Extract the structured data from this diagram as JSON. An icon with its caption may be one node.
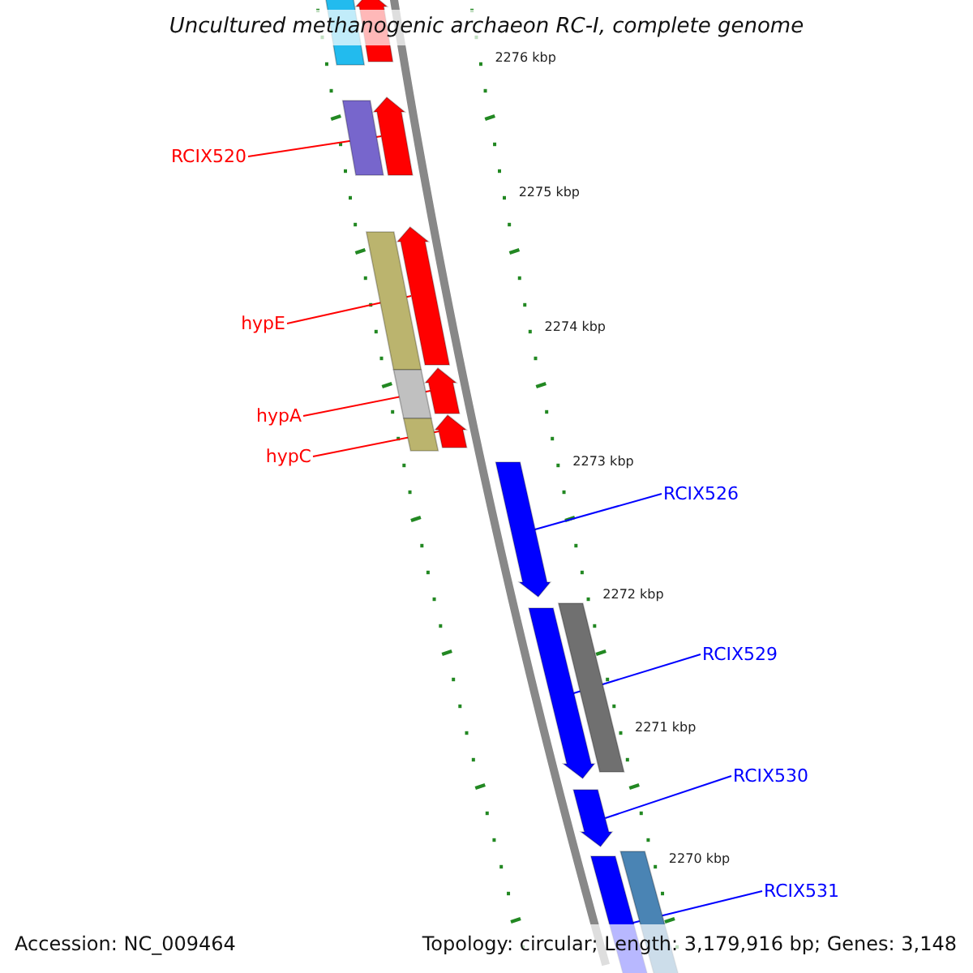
{
  "diagram": {
    "title": "Uncultured methanogenic archaeon RC-I, complete genome",
    "nodes": [
      {
        "text": [],
        "shape": "bar"
      },
      {
        "text": [],
        "shape": "arrow"
      },
      {
        "text": [
          "RCIX520"
        ]
      },
      {
        "text": [],
        "shape": "bar"
      },
      {
        "text": [],
        "shape": "arrow"
      },
      {
        "text": [
          "hypE"
        ]
      },
      {
        "text": [],
        "shape": "bar"
      },
      {
        "text": [],
        "shape": "arrow"
      },
      {
        "text": [
          "hypA"
        ]
      },
      {
        "text": [],
        "shape": "bar"
      },
      {
        "text": [],
        "shape": "arrow"
      },
      {
        "text": [
          "hypC"
        ]
      },
      {
        "text": [],
        "shape": "bar"
      },
      {
        "text": [],
        "shape": "arrow"
      },
      {
        "text": [
          "RCIX526"
        ]
      },
      {
        "text": [],
        "shape": "arrow"
      },
      {
        "text": [
          "RCIX529"
        ]
      },
      {
        "text": [],
        "shape": "arrow"
      },
      {
        "text": [],
        "shape": "bar"
      },
      {
        "text": [
          "RCIX530"
        ]
      },
      {
        "text": [],
        "shape": "arrow"
      },
      {
        "text": [
          "RCIX531"
        ]
      },
      {
        "text": [],
        "shape": "arrow"
      },
      {
        "text": [],
        "shape": "bar"
      }
    ],
    "edges": [
      {
        "from": 2,
        "to": 4,
        "arrow": "none",
        "color": "#ff0000"
      },
      {
        "from": 5,
        "to": 7,
        "arrow": "none",
        "color": "#ff0000"
      },
      {
        "from": 8,
        "to": 10,
        "arrow": "none",
        "color": "#ff0000"
      },
      {
        "from": 11,
        "to": 13,
        "arrow": "none",
        "color": "#ff0000"
      },
      {
        "from": 14,
        "to": 15,
        "arrow": "none",
        "color": "#0000ff"
      },
      {
        "from": 16,
        "to": 17,
        "arrow": "none",
        "color": "#0000ff"
      },
      {
        "from": 19,
        "to": 20,
        "arrow": "none",
        "color": "#0000ff"
      },
      {
        "from": 21,
        "to": 22,
        "arrow": "none",
        "color": "#0000ff"
      }
    ],
    "labels": [
      "2276 kbp",
      "2275 kbp",
      "2274 kbp",
      "2273 kbp",
      "2272 kbp",
      "2271 kbp",
      "2270 kbp",
      "Accession: NC_009464",
      "Topology: circular; Length: 3,179,916 bp; Genes: 3,148"
    ]
  }
}
